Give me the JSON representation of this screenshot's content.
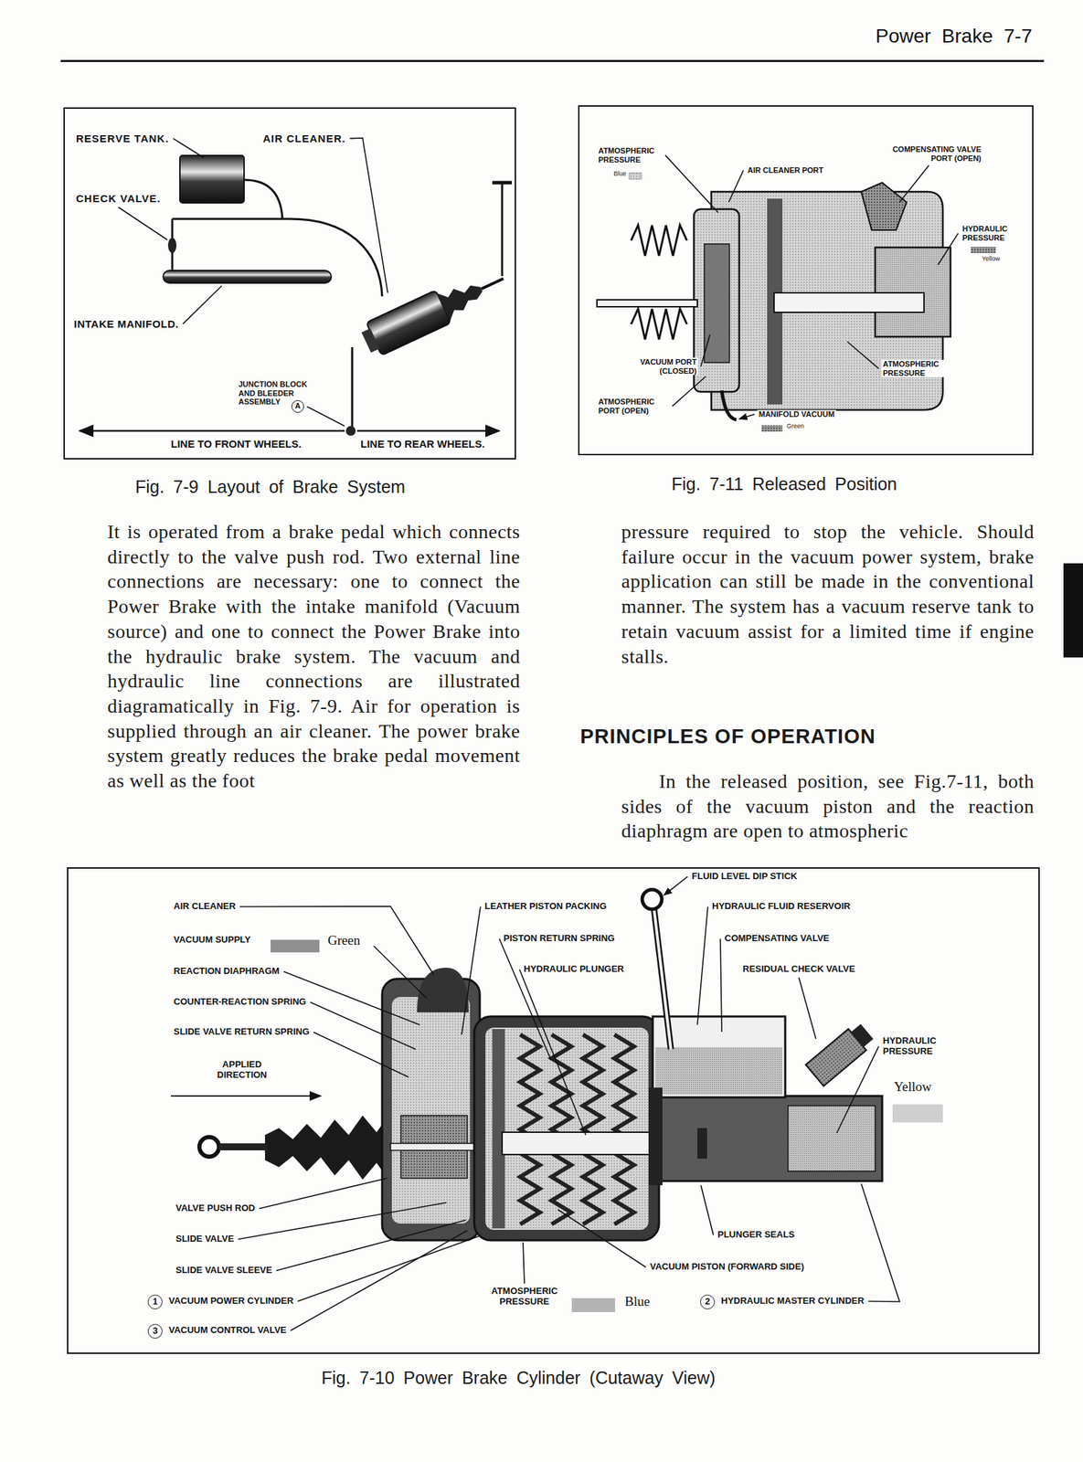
{
  "diagram": {
    "title": "Power Brake 7-7",
    "nodes": [
      {
        "text": [
          "RESERVE TANK.",
          "AIR CLEANER.",
          "CHECK VALVE.",
          "INTAKE MANIFOLD.",
          "JUNCTION BLOCK AND BLEEDER ASSEMBLY",
          "A",
          "LINE TO FRONT WHEELS.",
          "LINE TO REAR WHEELS."
        ]
      },
      {
        "text": [
          "ATMOSPHERIC PRESSURE",
          "Blue",
          "AIR CLEANER PORT",
          "COMPENSATING VALVE PORT (OPEN)",
          "HYDRAULIC PRESSURE",
          "Yellow",
          "VACUUM PORT (CLOSED)",
          "ATMOSPHERIC PORT (OPEN)",
          "MANIFOLD VACUUM",
          "Green",
          "ATMOSPHERIC PRESSURE"
        ]
      },
      {
        "text": [
          "FLUID LEVEL DIP STICK",
          "AIR CLEANER",
          "VACUUM SUPPLY",
          "LEATHER PISTON PACKING",
          "HYDRAULIC FLUID RESERVOIR",
          "PISTON RETURN SPRING",
          "COMPENSATING VALVE",
          "REACTION DIAPHRAGM",
          "HYDRAULIC PLUNGER",
          "RESIDUAL CHECK VALVE",
          "COUNTER-REACTION SPRING",
          "SLIDE VALVE RETURN SPRING",
          "APPLIED DIRECTION",
          "HYDRAULIC PRESSURE",
          "VALVE PUSH ROD",
          "PLUNGER SEALS",
          "SLIDE VALVE",
          "VACUUM PISTON (FORWARD SIDE)",
          "SLIDE VALVE SLEEVE",
          "1",
          "VACUUM POWER CYLINDER",
          "ATMOSPHERIC PRESSURE",
          "2",
          "HYDRAULIC MASTER CYLINDER",
          "3",
          "VACUUM CONTROL VALVE"
        ]
      }
    ],
    "labels": [
      "Fig. 7-9 Layout of Brake System",
      "Fig. 7-11 Released Position",
      "It is operated from a brake pedal which connects directly to the valve push rod. Two external line connections are necessary: one to connect the Power Brake with the intake manifold (Vacuum source) and one to connect the Power Brake into the hydraulic brake system. The vacuum and hydraulic line connections are illustrated diagramatically in Fig. 7-9. Air for operation is supplied through an air cleaner. The power brake system greatly reduces the brake pedal movement as well as the foot",
      "pressure required to stop the vehicle. Should failure occur in the vacuum power system, brake application can still be made in the conventional manner. The system has a vacuum reserve tank to retain vacuum assist for a limited time if engine stalls.",
      "PRINCIPLES OF OPERATION",
      "In the released position, see Fig.7-11, both sides of the vacuum piston and the reaction diaphragm are open to atmospheric",
      "Fig. 7-10 Power Brake Cylinder (Cutaway View)"
    ],
    "legend": [
      {
        "text": "Green",
        "color": "#8f8f8f"
      },
      {
        "text": "Yellow",
        "color": "#cfcfcf"
      },
      {
        "text": "Blue",
        "color": "#b3b3b3"
      }
    ]
  }
}
